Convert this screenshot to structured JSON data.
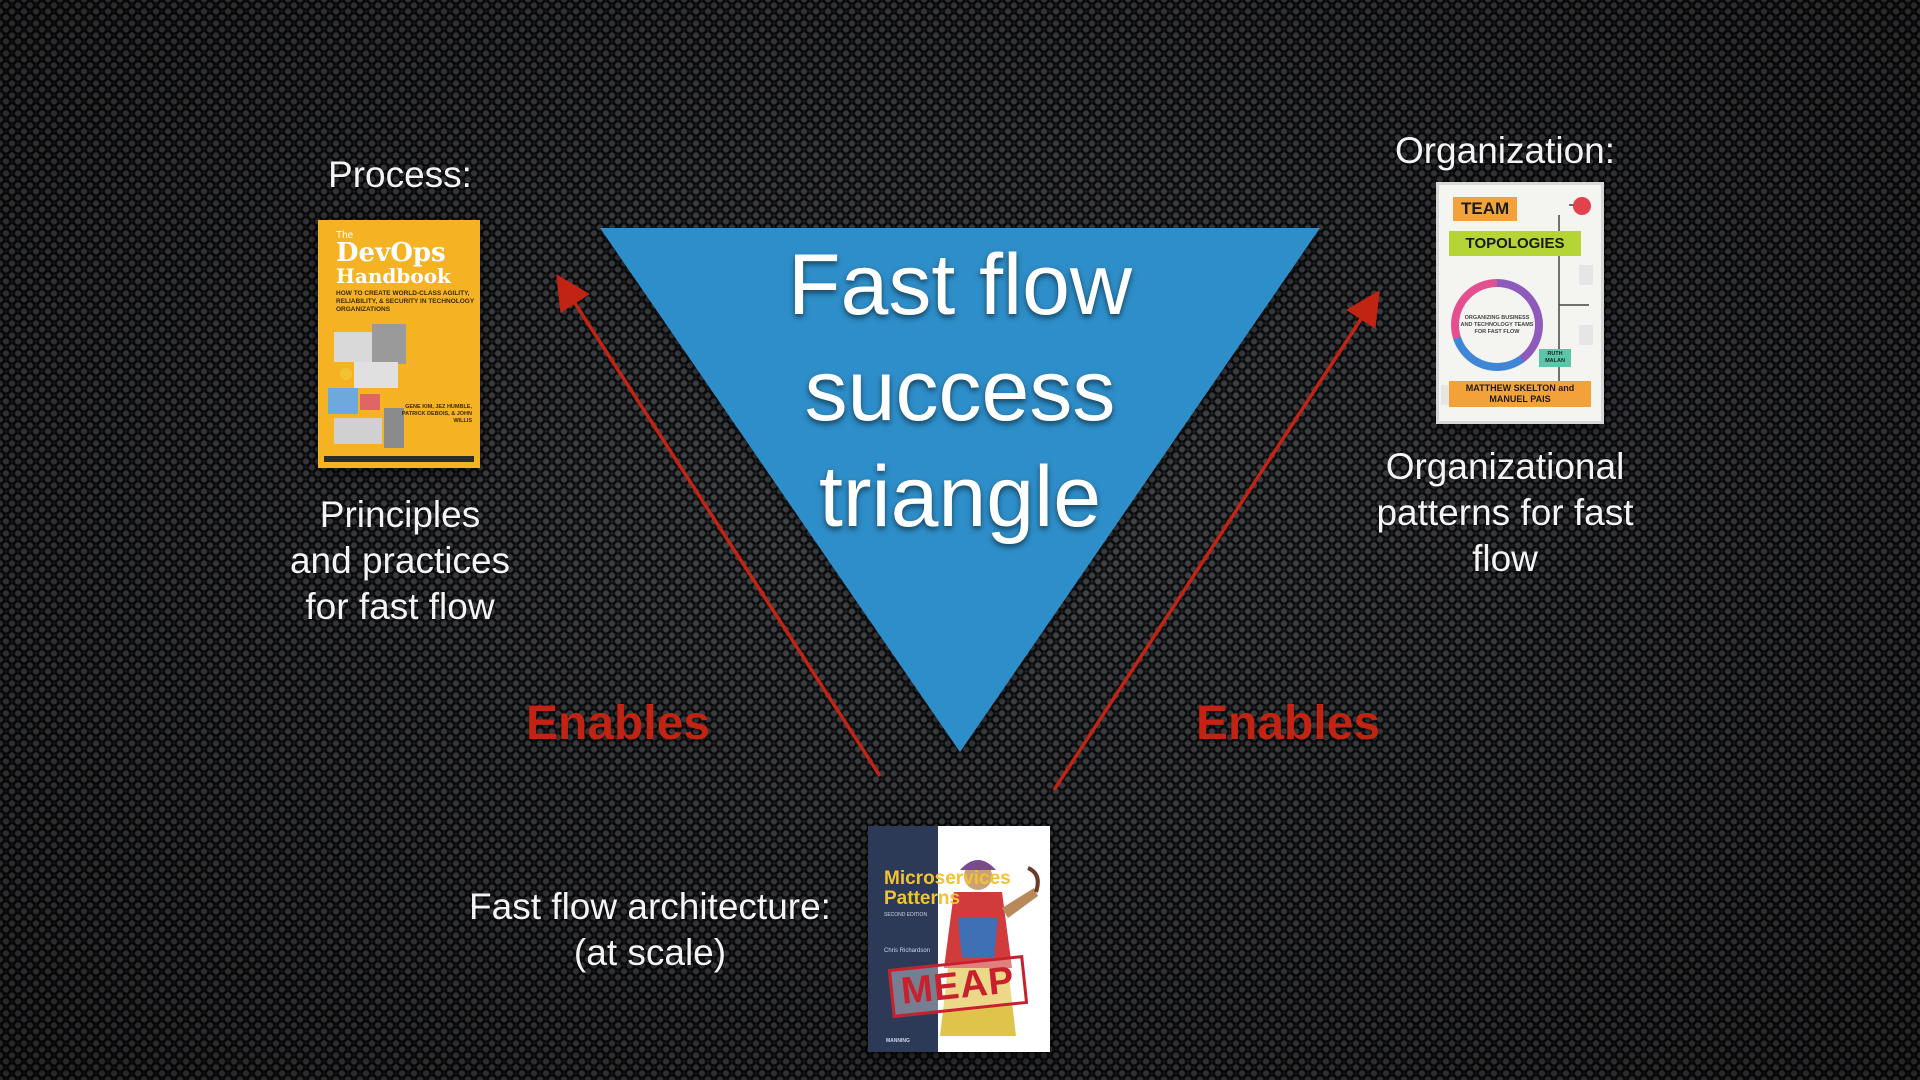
{
  "slide": {
    "triangle": {
      "title_lines": [
        "Fast flow",
        "success",
        "triangle"
      ],
      "color": "#2f8ec9"
    },
    "arrow_color": "#c22414",
    "process": {
      "heading": "Process:",
      "caption_lines": [
        "Principles",
        "and practices",
        "for fast flow"
      ]
    },
    "organization": {
      "heading": "Organization:",
      "caption_lines": [
        "Organizational",
        "patterns for fast",
        "flow"
      ]
    },
    "architecture": {
      "heading_lines": [
        "Fast flow architecture:",
        "(at scale)"
      ]
    },
    "enables_left": "Enables",
    "enables_right": "Enables"
  },
  "books": {
    "devops": {
      "the": "The",
      "title_line1": "DevOps",
      "title_line2": "Handbook",
      "subtitle": "HOW TO CREATE WORLD-CLASS AGILITY, RELIABILITY, & SECURITY IN TECHNOLOGY ORGANIZATIONS",
      "authors": "GENE KIM, JEZ HUMBLE, PATRICK DEBOIS, & JOHN WILLIS",
      "cover_color": "#f5b323"
    },
    "team_topologies": {
      "title_line1": "TEAM",
      "title_line2": "TOPOLOGIES",
      "circle_text": "ORGANIZING BUSINESS AND TECHNOLOGY TEAMS FOR FAST FLOW",
      "foreword": "RUTH MALAN",
      "authors": "MATTHEW SKELTON and MANUEL PAIS"
    },
    "microservices": {
      "title_line1": "Microservices",
      "title_line2": "Patterns",
      "edition": "SECOND EDITION",
      "author": "Chris Richardson",
      "stamp": "MEAP",
      "publisher": "MANNING"
    }
  }
}
